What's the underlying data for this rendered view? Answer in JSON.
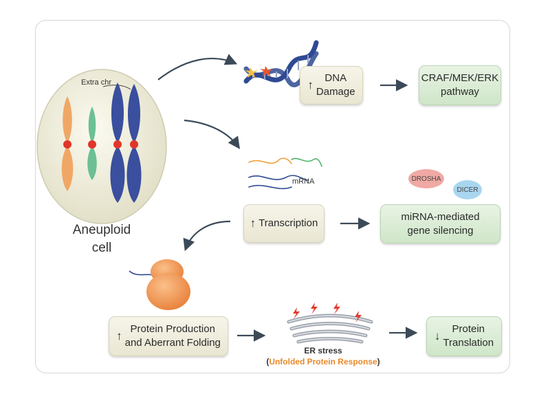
{
  "cell": {
    "label_line1": "Aneuploid",
    "label_line2": "cell",
    "extra_chr": "Extra chr"
  },
  "dna_damage": {
    "arrow": "↑",
    "line1": "DNA",
    "line2": "Damage"
  },
  "craf": {
    "line1": "CRAF/MEK/ERK",
    "line2": "pathway"
  },
  "mrna": {
    "label": "mRNA"
  },
  "transcription": {
    "arrow": "↑",
    "label": "Transcription"
  },
  "mirna": {
    "line1": "miRNA-mediated",
    "line2": "gene silencing"
  },
  "drosha": {
    "label": "DROSHA"
  },
  "dicer": {
    "label": "DICER"
  },
  "protein_prod": {
    "arrow": "↑",
    "line1": "Protein Production",
    "line2": "and Aberrant Folding"
  },
  "er": {
    "title": "ER stress",
    "paren_open": "(",
    "upr": "Unfolded Protein Response",
    "paren_close": ")"
  },
  "protein_trans": {
    "arrow": "↓",
    "line1": "Protein",
    "line2": "Translation"
  },
  "colors": {
    "chromosome_orange": "#f0a766",
    "chromosome_green": "#6cc094",
    "chromosome_blue": "#3a4f9e",
    "centromere": "#e0362a",
    "ribosome": "#f39a56",
    "upr_orange": "#e8892a",
    "box_beige": "#efece0",
    "box_green": "#d6ead1"
  }
}
